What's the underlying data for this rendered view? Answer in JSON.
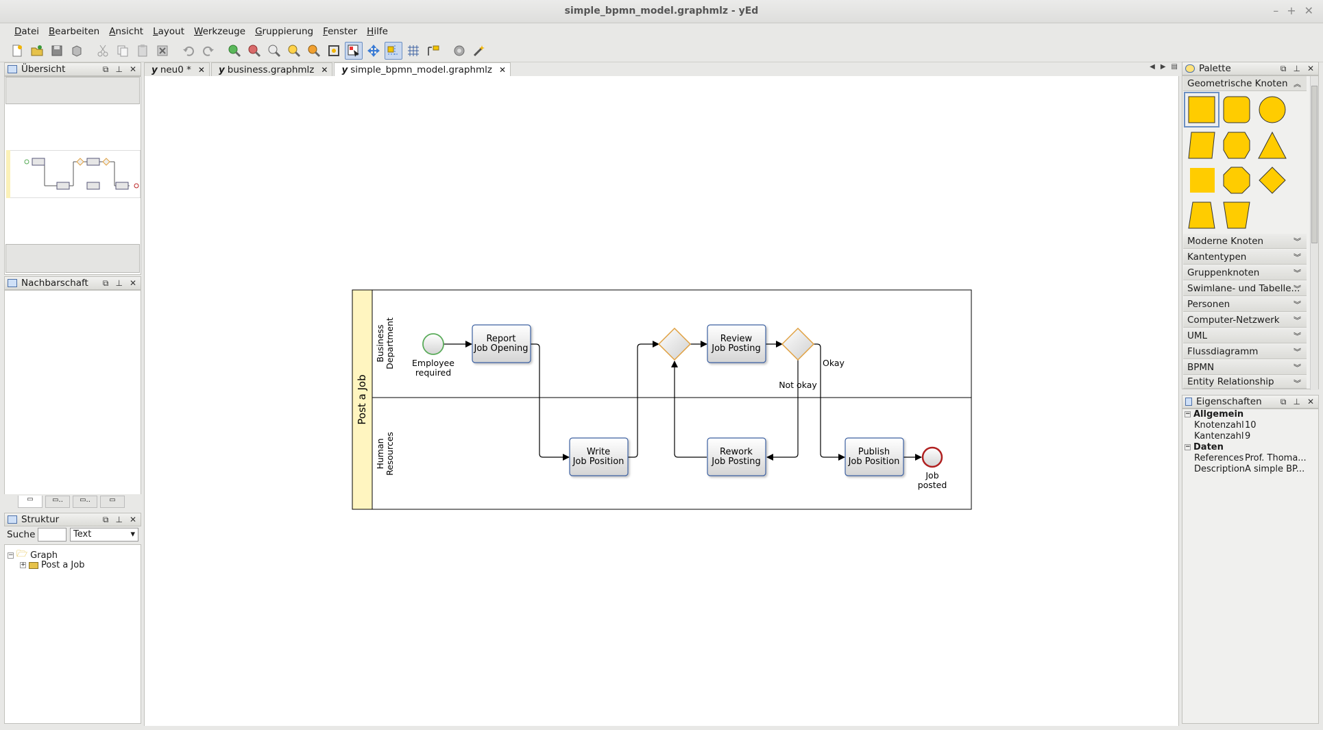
{
  "window": {
    "title": "simple_bpmn_model.graphmlz - yEd",
    "controls": [
      "–",
      "+",
      "✕"
    ]
  },
  "menu": [
    "Datei",
    "Bearbeiten",
    "Ansicht",
    "Layout",
    "Werkzeuge",
    "Gruppierung",
    "Fenster",
    "Hilfe"
  ],
  "panels": {
    "overview": "Übersicht",
    "neighborhood": "Nachbarschaft",
    "structure": "Struktur",
    "palette": "Palette",
    "properties": "Eigenschaften"
  },
  "tabs": [
    {
      "label": "neu0 *",
      "close": "✕"
    },
    {
      "label": "business.graphmlz",
      "close": "✕"
    },
    {
      "label": "simple_bpmn_model.graphmlz",
      "close": "✕"
    }
  ],
  "structure": {
    "search_label": "Suche",
    "search_value": "",
    "mode": "Text",
    "tree": [
      "Graph",
      "Post a Job"
    ]
  },
  "palette": {
    "open_category": "Geometrische Knoten",
    "categories": [
      "Moderne Knoten",
      "Kantentypen",
      "Gruppenknoten",
      "Swimlane- und Tabelle...",
      "Personen",
      "Computer-Netzwerk",
      "UML",
      "Flussdiagramm",
      "BPMN",
      "Entity Relationship"
    ],
    "shape_color": "#ffcc00"
  },
  "properties": {
    "general": "Allgemein",
    "data": "Daten",
    "rows": [
      {
        "key": "Knotenzahl",
        "value": "10"
      },
      {
        "key": "Kantenzahl",
        "value": "9"
      }
    ],
    "data_rows": [
      {
        "key": "References",
        "value": "Prof. Thoma..."
      },
      {
        "key": "Description",
        "value": "A simple BP..."
      }
    ]
  },
  "diagram": {
    "pool": "Post a Job",
    "lanes": [
      "Business Department",
      "Human Resources"
    ],
    "start_event": "Employee required",
    "end_event": "Job posted",
    "tasks": {
      "report": "Report Job Opening",
      "review": "Review Job Posting",
      "write": "Write Job Position",
      "rework": "Rework Job Posting",
      "publish": "Publish Job Position"
    },
    "edge_labels": {
      "okay": "Okay",
      "not_okay": "Not okay"
    }
  }
}
